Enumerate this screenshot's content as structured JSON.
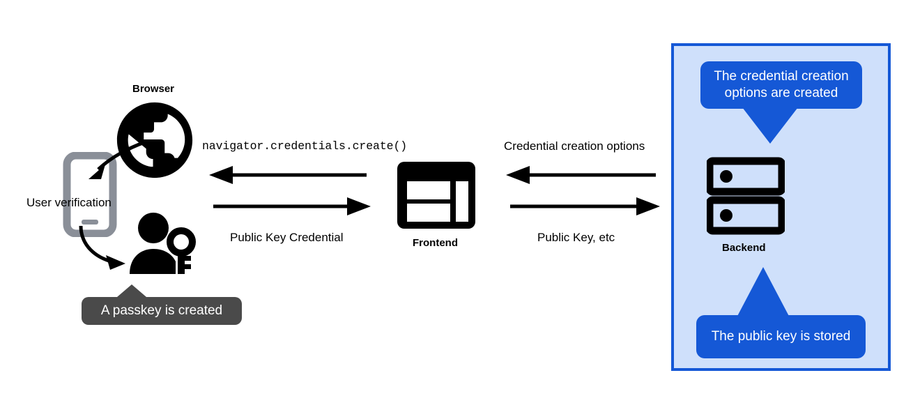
{
  "diagram": {
    "title": "Passkey registration flow",
    "colors": {
      "accent_blue": "#1558d6",
      "region_fill": "#cfe0fb",
      "dark_callout": "#4a4a4a",
      "phone_gray": "#8a8f98",
      "black": "#000000",
      "white": "#ffffff"
    }
  },
  "nodes": {
    "browser": {
      "label": "Browser",
      "icon": "globe-icon"
    },
    "frontend": {
      "label": "Frontend",
      "icon": "web-layout-icon"
    },
    "backend": {
      "label": "Backend",
      "icon": "server-rack-icon"
    },
    "device": {
      "icon": "smartphone-icon",
      "annotation": "User verification"
    },
    "user": {
      "icon": "person-with-key-icon"
    }
  },
  "messages": {
    "browser_frontend": {
      "top_label": "navigator.credentials.create()",
      "top_direction": "left",
      "bottom_label": "Public Key Credential",
      "bottom_direction": "right"
    },
    "frontend_backend": {
      "top_label": "Credential creation options",
      "top_direction": "left",
      "bottom_label": "Public Key, etc",
      "bottom_direction": "right"
    }
  },
  "callouts": {
    "passkey_created": {
      "text": "A passkey is created",
      "style": "dark",
      "tail": "top"
    },
    "options_created": {
      "text": "The credential creation options are created",
      "style": "blue",
      "tail": "bottom"
    },
    "key_stored": {
      "text": "The public key is stored",
      "style": "blue",
      "tail": "top"
    }
  }
}
